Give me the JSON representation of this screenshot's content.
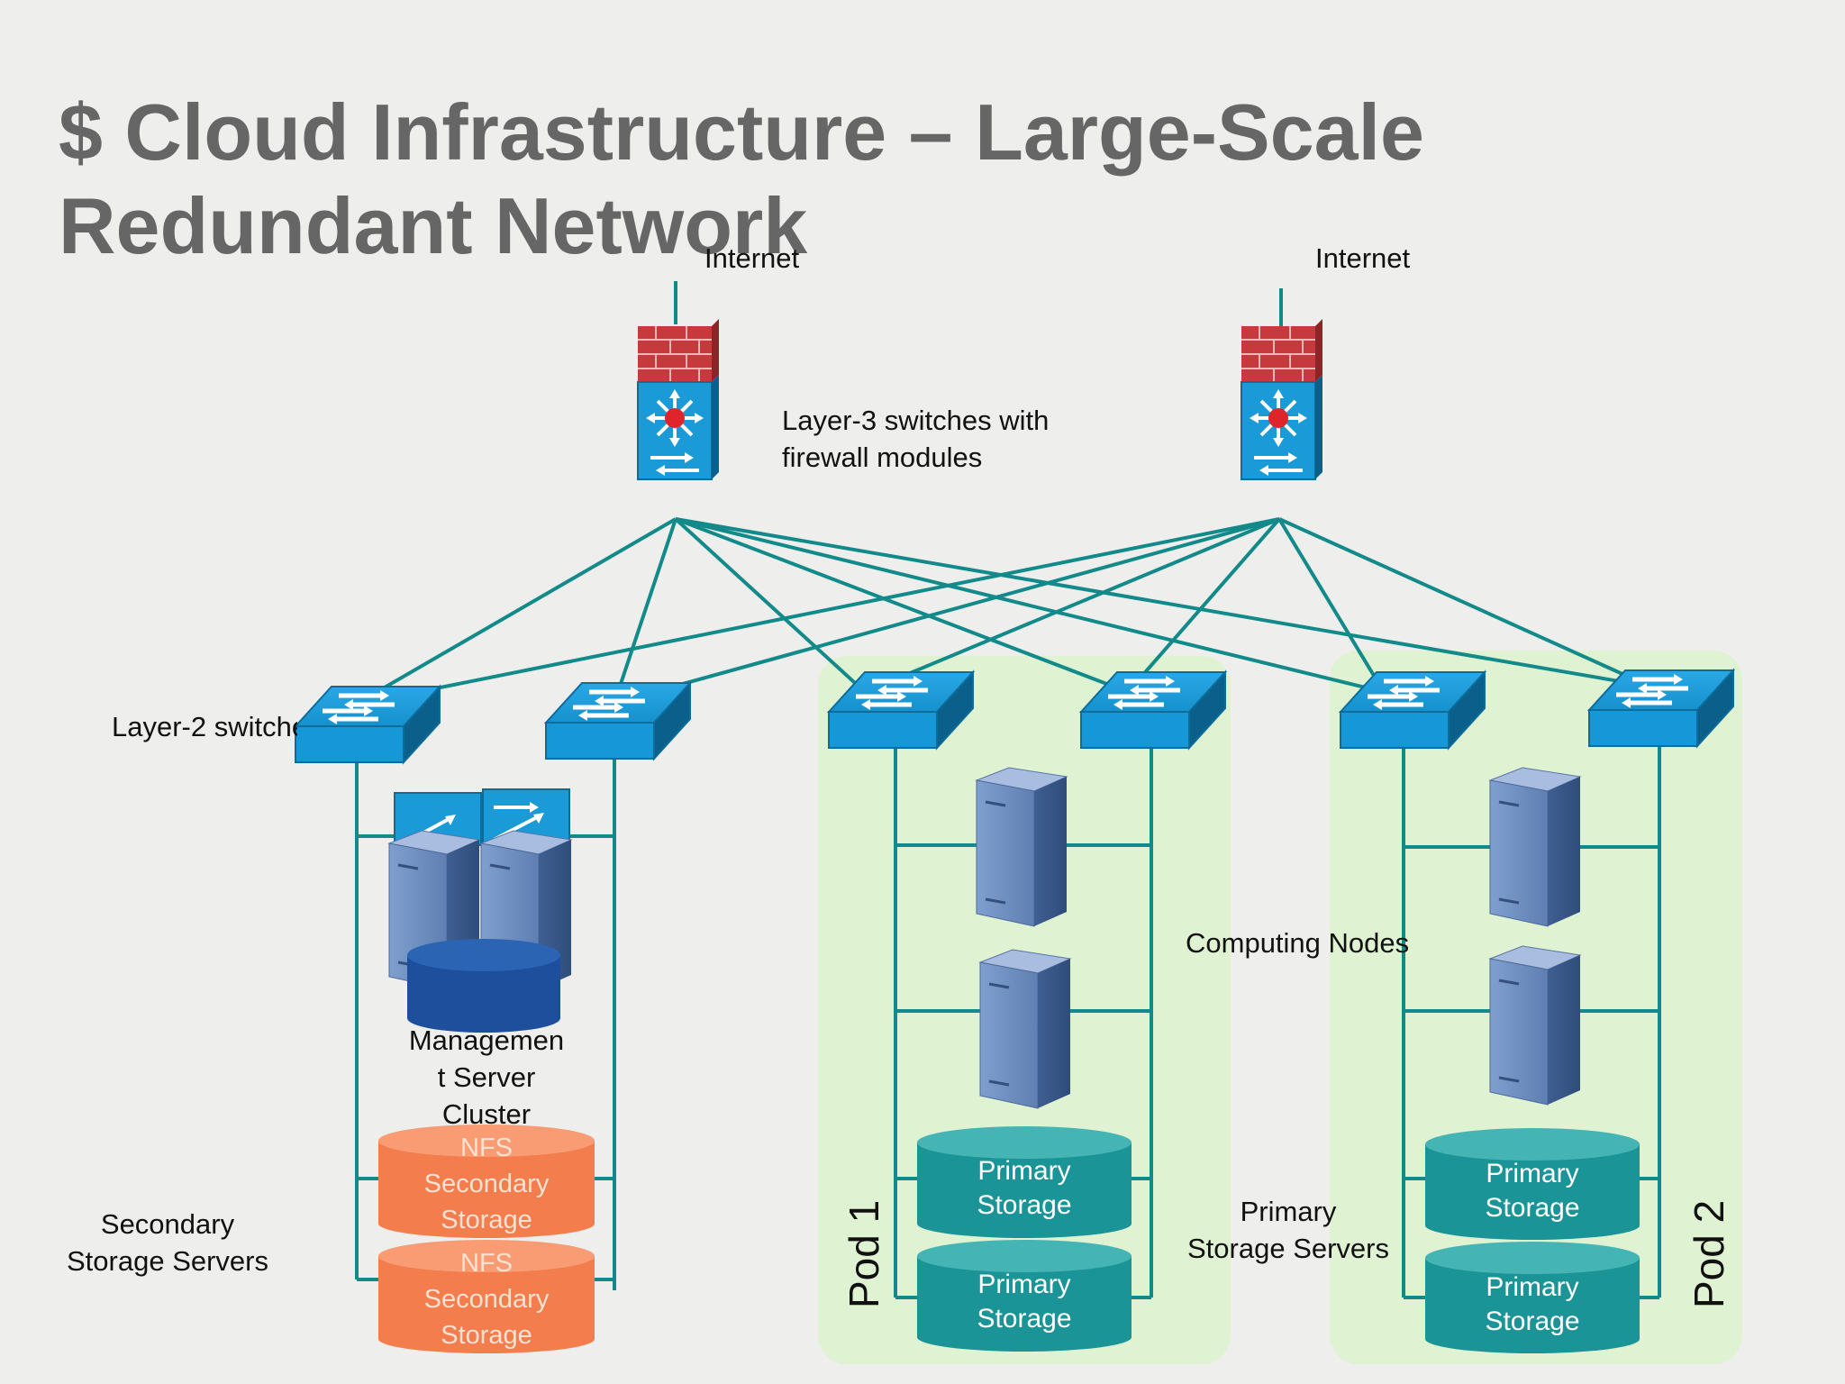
{
  "title": {
    "line1": "$ Cloud Infrastructure – Large-Scale",
    "line2": "Redundant Network"
  },
  "labels": {
    "internet_left": "Internet",
    "internet_right": "Internet",
    "layer3_line1": "Layer-3 switches with",
    "layer3_line2": "firewall modules",
    "layer2": "Layer-2 switches",
    "management_line1": "Managemen",
    "management_line2": "t Server",
    "management_line3": "Cluster",
    "secondary_line1": "Secondary",
    "secondary_line2": "Storage Servers",
    "computing_nodes": "Computing Nodes",
    "primary_servers_line1": "Primary",
    "primary_servers_line2": "Storage Servers",
    "pod1": "Pod 1",
    "pod2": "Pod 2"
  },
  "storage": {
    "nfs": [
      "NFS",
      "Secondary",
      "Storage"
    ],
    "primary": [
      "Primary",
      "Storage"
    ]
  },
  "colors": {
    "background": "#eeeeec",
    "title": "#666666",
    "link": "#138a8a",
    "pod_background": "#dff2d2",
    "switch_face": "#1a9ad6",
    "firewall_brick": "#c63a3e",
    "server": "#6f8fbf",
    "nfs_storage": "#f47d4d",
    "primary_storage": "#1a9496",
    "management_disk": "#1d4f9c"
  },
  "icons": {
    "firewall": "firewall-switch-icon",
    "switch": "layer2-switch-icon",
    "server": "server-icon",
    "storage": "storage-cylinder-icon"
  }
}
